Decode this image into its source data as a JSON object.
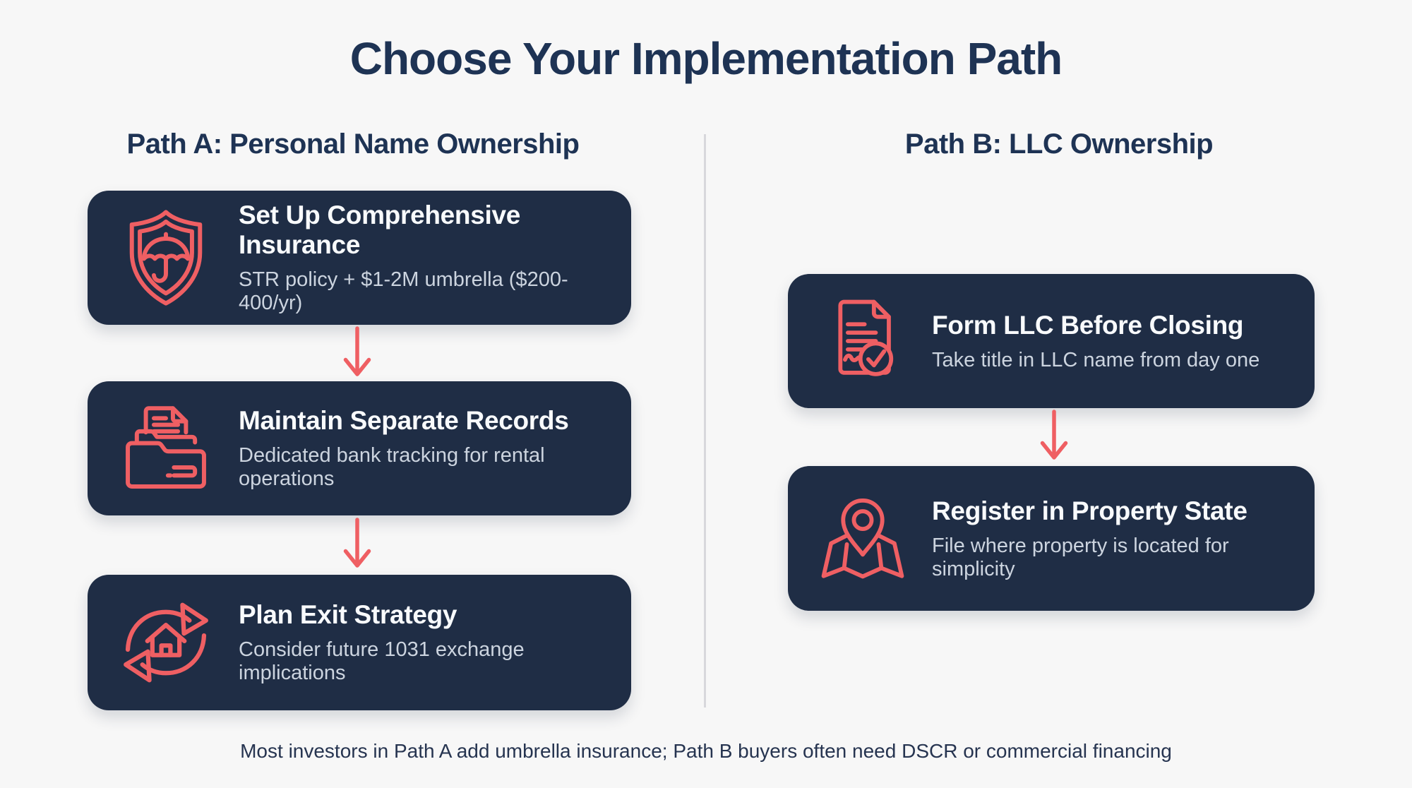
{
  "title": "Choose Your Implementation Path",
  "footer": "Most investors in Path A add umbrella insurance; Path B buyers often need DSCR or commercial financing",
  "colors": {
    "background": "#f7f7f7",
    "card": "#1f2d45",
    "accent": "#ef5f63",
    "heading": "#1e3354",
    "divider": "#d8d8dc",
    "card_title": "#f8fafc",
    "card_subtitle": "#ccd4df",
    "footer_text": "#263450"
  },
  "path_a": {
    "heading": "Path A: Personal Name Ownership",
    "steps": [
      {
        "icon": "shield-umbrella-icon",
        "title": "Set Up Comprehensive Insurance",
        "subtitle": "STR policy + $1-2M umbrella ($200-400/yr)"
      },
      {
        "icon": "folder-records-icon",
        "title": "Maintain Separate Records",
        "subtitle": "Dedicated bank tracking for rental operations"
      },
      {
        "icon": "cycle-house-icon",
        "title": "Plan Exit Strategy",
        "subtitle": "Consider future 1031 exchange implications"
      }
    ]
  },
  "path_b": {
    "heading": "Path B: LLC Ownership",
    "steps": [
      {
        "icon": "document-check-icon",
        "title": "Form LLC Before Closing",
        "subtitle": "Take title in LLC name from day one"
      },
      {
        "icon": "map-pin-icon",
        "title": "Register in Property State",
        "subtitle": "File where property is located for simplicity"
      }
    ]
  }
}
